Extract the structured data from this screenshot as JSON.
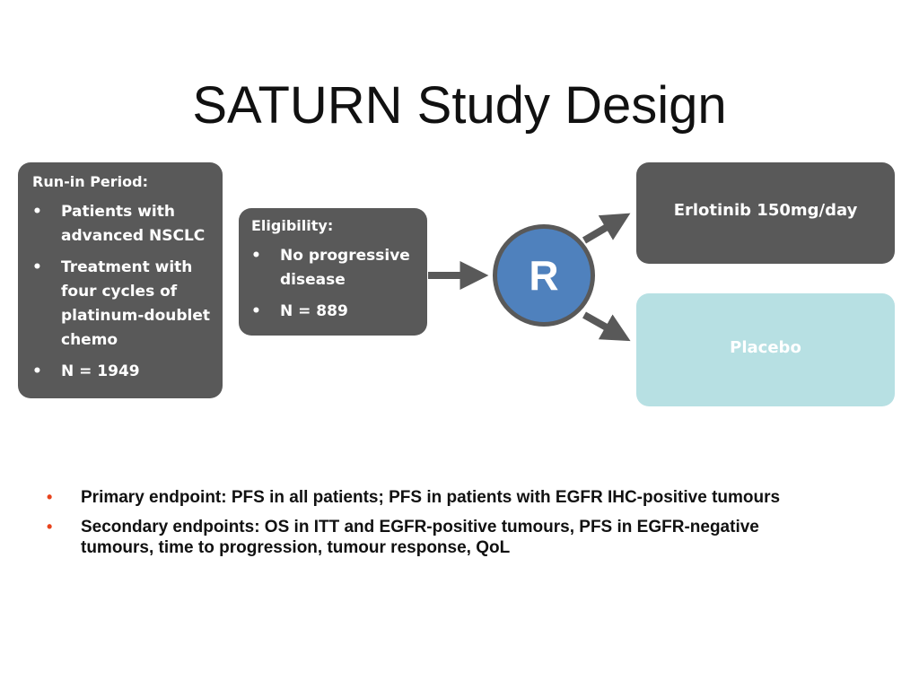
{
  "title": "SATURN Study Design",
  "runin": {
    "heading": "Run-in Period:",
    "items": [
      "Patients with advanced NSCLC",
      "Treatment with four cycles of platinum-doublet chemo",
      "N = 1949"
    ]
  },
  "eligibility": {
    "heading": "Eligibility:",
    "items": [
      "No progressive disease",
      "N = 889"
    ]
  },
  "randomization_label": "R",
  "arms": {
    "treatment": "Erlotinib 150mg/day",
    "placebo": "Placebo"
  },
  "bullet_glyph": "•",
  "endpoints": [
    "Primary endpoint: PFS in all patients; PFS in patients with EGFR IHC-positive tumours",
    "Secondary endpoints: OS in ITT and EGFR-positive tumours, PFS in EGFR-negative tumours, time to progression, tumour response, QoL"
  ],
  "colors": {
    "box_dark": "#595959",
    "placebo_box": "#b7e0e3",
    "randomization_circle": "#4f81bd",
    "bullet_accent": "#e8431c"
  }
}
